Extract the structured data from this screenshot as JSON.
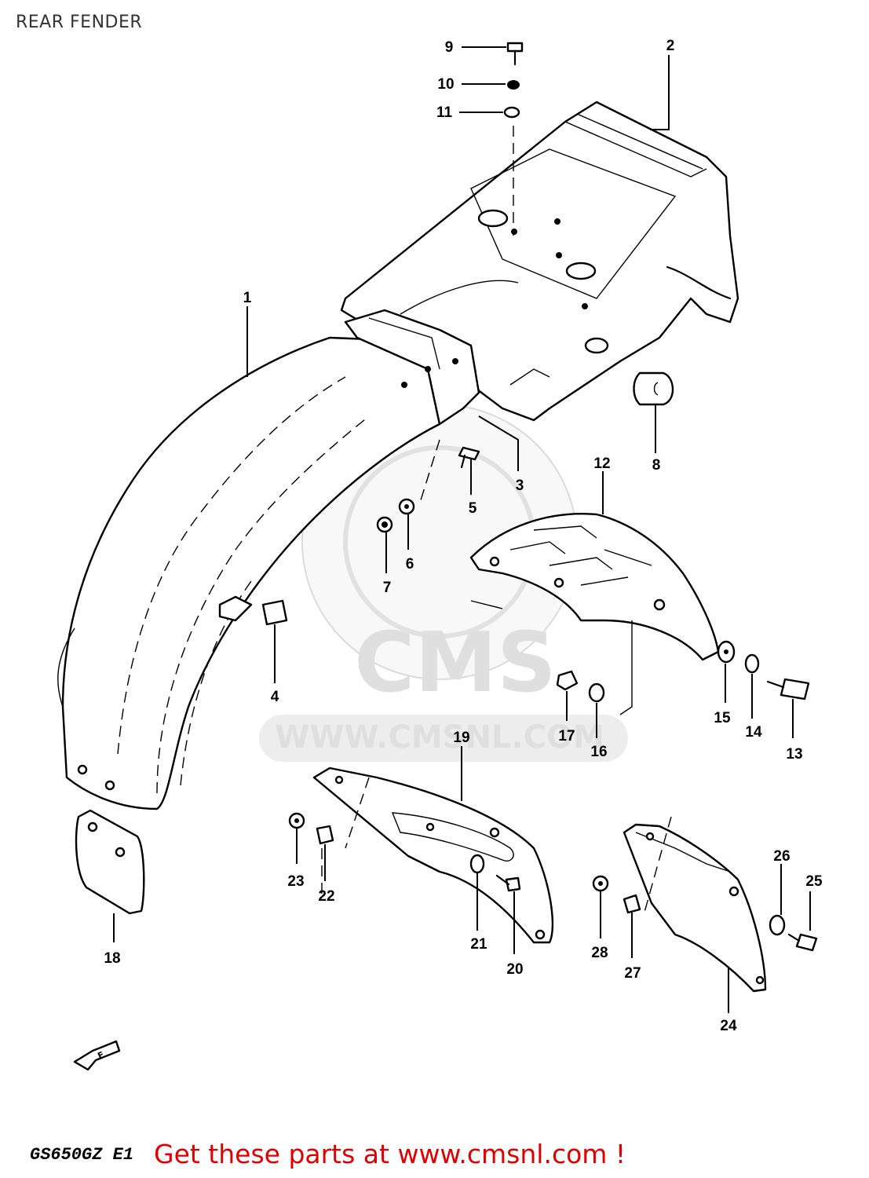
{
  "page": {
    "title": "REAR FENDER",
    "model_code": "GS650GZ E1",
    "promo_text": "Get these parts at www.cmsnl.com !"
  },
  "watermark": {
    "brand": "CMS",
    "url": "WWW.CMSNL.COM"
  },
  "callouts": [
    "1",
    "2",
    "3",
    "4",
    "5",
    "6",
    "7",
    "8",
    "9",
    "10",
    "11",
    "12",
    "13",
    "14",
    "15",
    "16",
    "17",
    "18",
    "19",
    "20",
    "21",
    "22",
    "23",
    "24",
    "25",
    "26",
    "27",
    "28"
  ],
  "direction_arrow": {
    "label": "F"
  }
}
